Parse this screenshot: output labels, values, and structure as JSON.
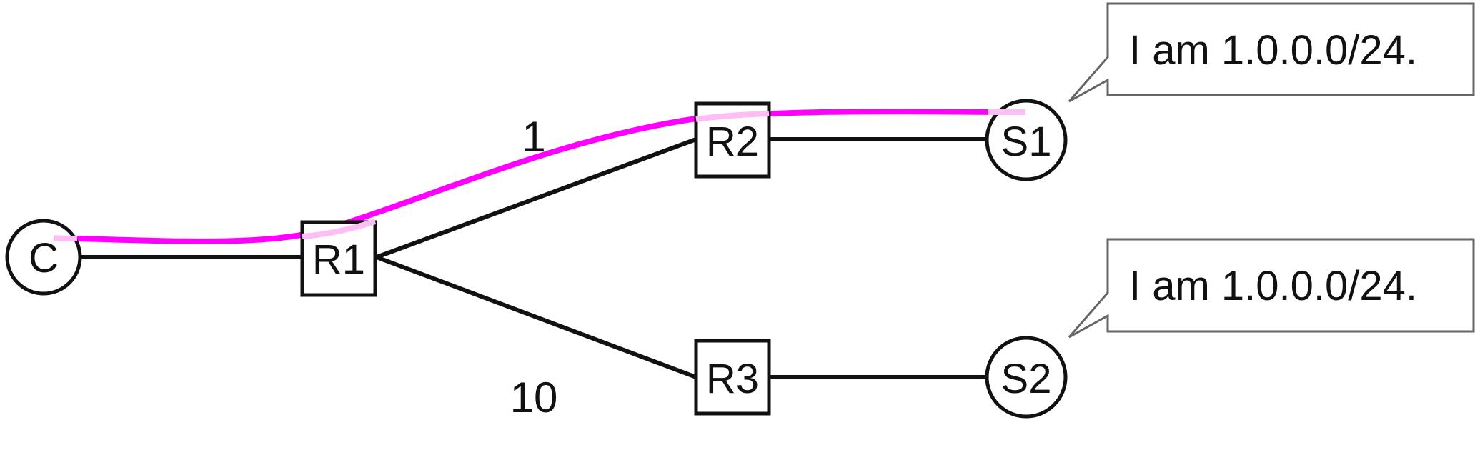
{
  "nodes": {
    "c": {
      "label": "C"
    },
    "r1": {
      "label": "R1"
    },
    "r2": {
      "label": "R2"
    },
    "r3": {
      "label": "R3"
    },
    "s1": {
      "label": "S1"
    },
    "s2": {
      "label": "S2"
    }
  },
  "edge_labels": {
    "r1_r2_cost": "1",
    "r1_r3_cost": "10"
  },
  "callouts": {
    "s1": "I am 1.0.0.0/24.",
    "s2": "I am 1.0.0.0/24."
  },
  "colors": {
    "path_highlight": "#ff00ff",
    "path_highlight_light": "#ffbdf5",
    "stroke": "#111111",
    "callout_border": "#666666"
  }
}
